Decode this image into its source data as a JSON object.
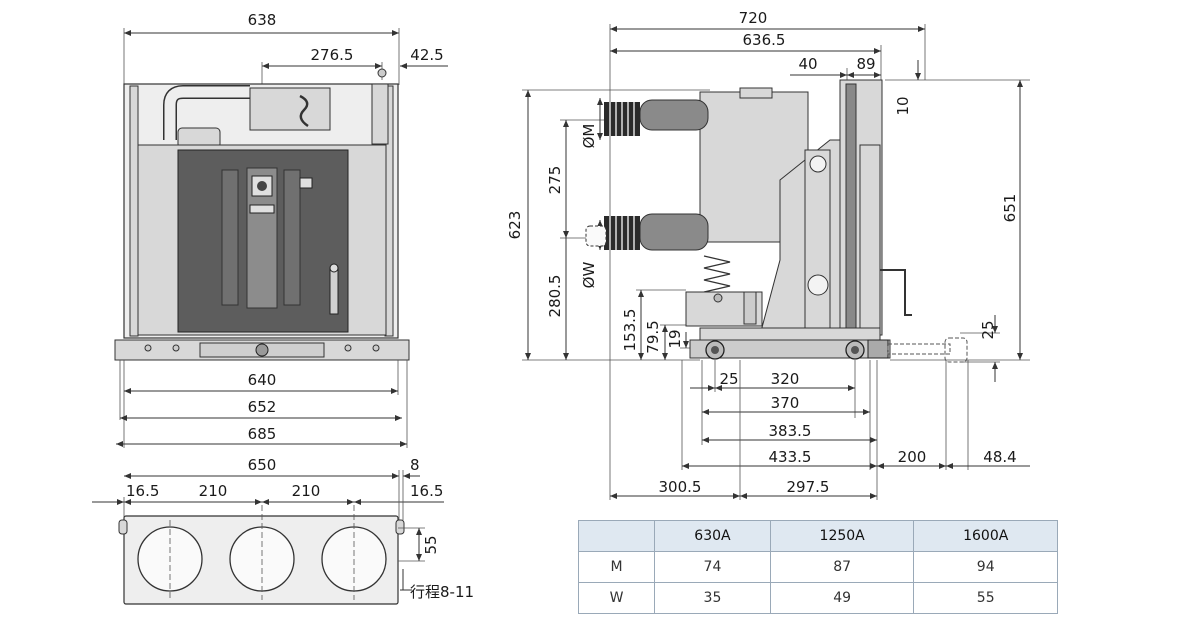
{
  "front_view": {
    "dim_total_width": "638",
    "dim_276_5": "276.5",
    "dim_42_5": "42.5",
    "dim_640": "640",
    "dim_652": "652",
    "dim_685": "685"
  },
  "top_view": {
    "dim_650": "650",
    "dim_8": "8",
    "dim_16_5_left": "16.5",
    "dim_210_a": "210",
    "dim_210_b": "210",
    "dim_16_5_right": "16.5",
    "dim_55": "55",
    "stroke_label": "行程8-11"
  },
  "side_view": {
    "dim_720": "720",
    "dim_636_5": "636.5",
    "dim_40": "40",
    "dim_89": "89",
    "dim_10": "10",
    "dim_651": "651",
    "dim_623": "623",
    "dim_275": "275",
    "dim_280_5": "280.5",
    "dim_phi_m": "ØM",
    "dim_phi_w": "ØW",
    "dim_153_5": "153.5",
    "dim_79_5": "79.5",
    "dim_19": "19",
    "dim_25_right": "25",
    "dim_25": "25",
    "dim_320": "320",
    "dim_370": "370",
    "dim_383_5": "383.5",
    "dim_433_5": "433.5",
    "dim_200": "200",
    "dim_48_4": "48.4",
    "dim_300_5": "300.5",
    "dim_297_5": "297.5"
  },
  "table": {
    "headers": [
      "",
      "630A",
      "1250A",
      "1600A"
    ],
    "rows": [
      [
        "M",
        "74",
        "87",
        "94"
      ],
      [
        "W",
        "35",
        "49",
        "55"
      ]
    ]
  }
}
